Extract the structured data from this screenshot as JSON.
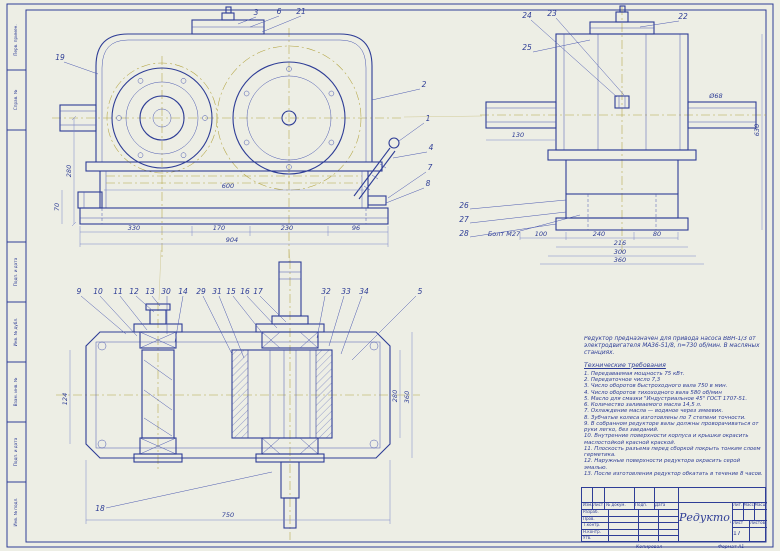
{
  "sheet": {
    "kopiroval": "Копировал",
    "format": "Формат А1"
  },
  "frame": {
    "strips": [
      "Инв. № подл.",
      "Подп. и дата",
      "Взам. инв. №",
      "Инв. № дубл.",
      "Подп. и дата",
      "Справ. №",
      "Перв. примен."
    ]
  },
  "front": {
    "dims": {
      "h280": "280",
      "h70": "70",
      "w600": "600",
      "w330": "330",
      "w170": "170",
      "w230": "230",
      "w96": "96",
      "w904": "904"
    },
    "callouts": {
      "n3": "3",
      "n6": "6",
      "n21": "21",
      "n19": "19",
      "n2": "2",
      "n1": "1",
      "n4": "4",
      "n7": "7",
      "n8": "8"
    }
  },
  "side": {
    "dims": {
      "w130": "130",
      "h630": "630",
      "d68": "Ø68",
      "w100": "100",
      "w240": "240",
      "w80": "80",
      "w216": "216",
      "w300": "300",
      "w360": "360"
    },
    "callouts": {
      "n22": "22",
      "n23": "23",
      "n24": "24",
      "n25": "25",
      "n26": "26",
      "n27": "27",
      "n28": "28"
    },
    "bolt_note": "Болт М27"
  },
  "plan": {
    "dims": {
      "h124": "124",
      "h360": "360",
      "h280": "280",
      "w750": "750"
    },
    "callouts": {
      "n9": "9",
      "n10": "10",
      "n11": "11",
      "n12": "12",
      "n13": "13",
      "n30": "30",
      "n14": "14",
      "n29": "29",
      "n31": "31",
      "n15": "15",
      "n16": "16",
      "n17": "17",
      "n32": "32",
      "n33": "33",
      "n34": "34",
      "n5": "5",
      "n18": "18"
    }
  },
  "notes": {
    "intro": "Редуктор предназначен для привода насоса ВВН-1/3 от электродвигателя МА36-51/8, n=730 об/мин. В масляных станциях.",
    "title": "Технические требования",
    "items": [
      "1. Передаваемая мощность 75 кВт.",
      "2. Передаточное число 7,3",
      "3. Число оборотов быстроходного вала 750 в мин.",
      "4. Число оборотов тихоходного вала 580 об/мин",
      "5. Масло для смазки \"Индустриальное 45\" ГОСТ 1707-51.",
      "6. Количество заливаемого масла 14,5 л.",
      "7. Охлаждение масла — водяное через змеевик.",
      "8. Зубчатые колеса изготовлены по 7 степени точности.",
      "9. В собранном редукторе валы должны проворачиваться от руки легко, без заеданий.",
      "10. Внутренние поверхности корпуса и крышки окрасить маслостойкой красной краской.",
      "11. Плоскость разъема перед сборкой покрыть тонким слоем герметика.",
      "12. Наружные поверхности редуктора окрасить серой эмалью.",
      "13. После изготовления редуктор обкатать в течение 8 часов."
    ]
  },
  "title_block": {
    "doc_title": "Редуктор",
    "cols": {
      "izm": "Изм.",
      "list": "Лист",
      "ndok": "№ докум.",
      "podp": "Подп.",
      "data": "Дата"
    },
    "rows": {
      "razrab": "Разраб.",
      "prov": "Пров.",
      "tkontr": "Т.контр.",
      "nkontr": "Н.контр.",
      "utv": "Утв."
    },
    "small": {
      "lit": "Лит.",
      "massa": "Масса",
      "masshtab": "Масштаб",
      "list": "Лист",
      "listov": "Листов",
      "sheet_no": "17"
    }
  }
}
